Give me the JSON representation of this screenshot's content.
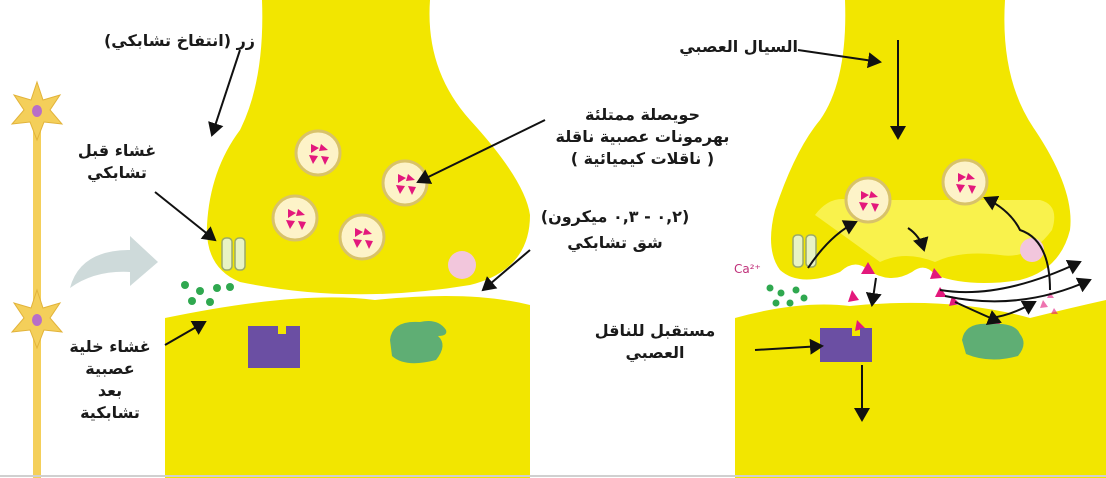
{
  "labels": {
    "bouton": "زر (انتفاخ تشابكي)",
    "presynaptic_membrane": [
      "غشاء قبل",
      "تشابكي"
    ],
    "vesicle": [
      "حويصلة ممتلئة",
      "بهرمونات عصبية ناقلة",
      "( ناقلات كيميائية )"
    ],
    "cleft_size": "(٠,٢ - ٠,٣ ميكرون)",
    "synaptic_cleft": "شق تشابكي",
    "postsynaptic_membrane": [
      "غشاء خلية",
      "عصبية",
      "بعد",
      "تشابكية"
    ],
    "nerve_impulse": "السيال العصبي",
    "receptor": [
      "مستقبل للناقل",
      "العصبي"
    ],
    "calcium_ion": "Ca²⁺"
  },
  "colors": {
    "neuron_yellow": "#f2e600",
    "neuron_light": "#fffb8a",
    "vesicle_fill": "#fdf3c8",
    "transmitter_pink": "#e3187c",
    "receptor_purple": "#6b4fa3",
    "receptor_green": "#5fae74",
    "calcium_green": "#2fa84f",
    "pump_pink": "#f2c6dc",
    "channel_green": "#e8f3c4",
    "arrow_grey": "#b9c9c9"
  },
  "icons": [
    "neuron-cell-icon",
    "curved-arrow-icon"
  ]
}
